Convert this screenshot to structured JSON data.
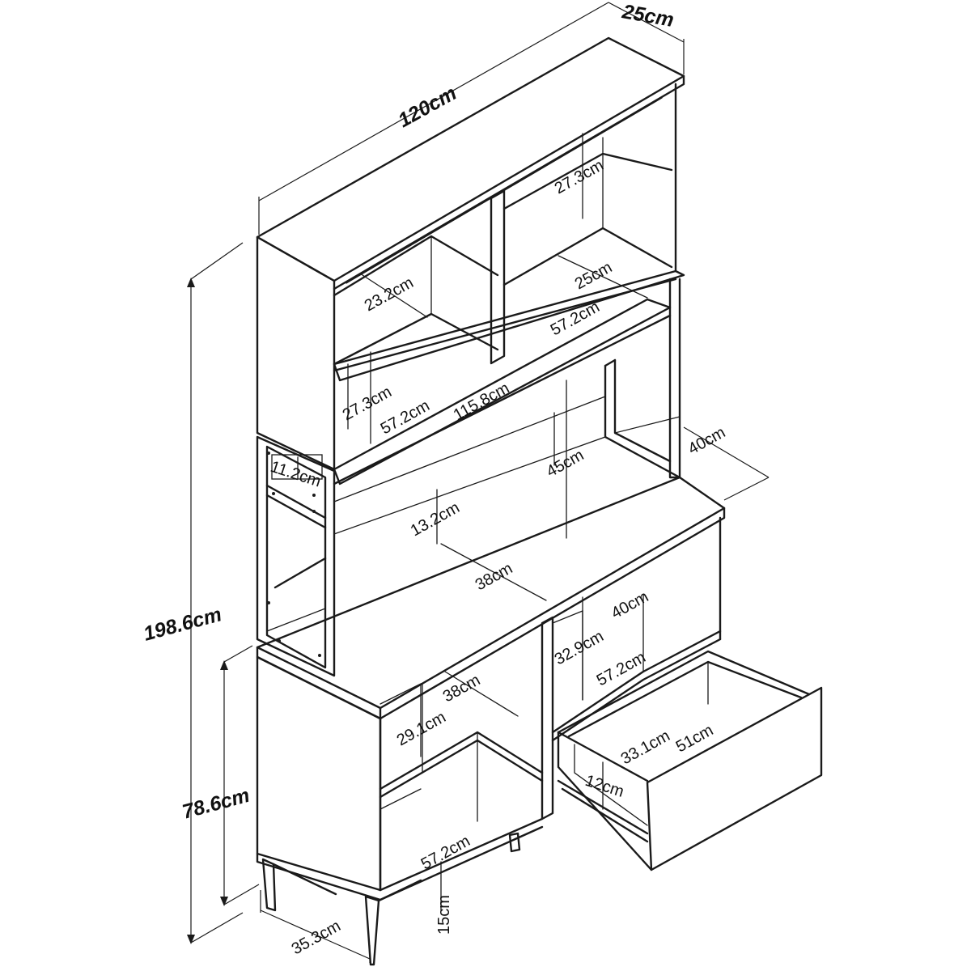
{
  "colors": {
    "line": "#1a1a1a",
    "background": "#ffffff"
  },
  "dimensions": {
    "width_total": "120cm",
    "depth_top": "25cm",
    "height_total": "198.6cm",
    "height_lower": "78.6cm",
    "shelf_top_right_height": "27.3cm",
    "shelf_top_left_depth": "23.2cm",
    "shelf_top_right_depth": "25cm",
    "shelf_top_right_width": "57.2cm",
    "shelf_top_left_height": "27.3cm",
    "shelf_top_left_width": "57.2cm",
    "shelf_long_width": "115.8cm",
    "side_gap_height": "11.2cm",
    "open_area_height": "45cm",
    "counter_depth": "40cm",
    "cubby_height": "13.2cm",
    "counter_inner_depth": "38cm",
    "right_niche_depth": "40cm",
    "right_niche_height": "32.9cm",
    "right_niche_width": "57.2cm",
    "left_cab_depth": "38cm",
    "left_cab_height": "29.1cm",
    "drawer_inner_depth": "33.1cm",
    "drawer_inner_width": "51cm",
    "drawer_height": "12cm",
    "left_cab_width": "57.2cm",
    "leg_height": "15cm",
    "base_depth": "35.3cm"
  }
}
